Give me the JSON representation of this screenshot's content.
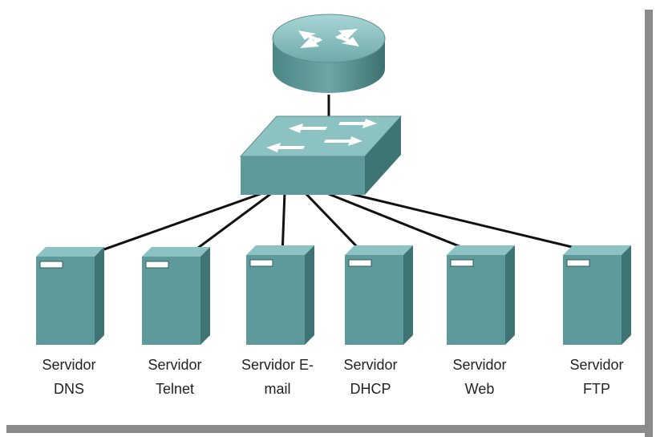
{
  "colors": {
    "device_front": "#5f9a9a",
    "device_top": "#8cc2c2",
    "device_side": "#3f7474",
    "cable": "#111111",
    "arrow": "#ffffff"
  },
  "router": {
    "icon": "router-icon"
  },
  "switch": {
    "icon": "switch-icon"
  },
  "servers": [
    {
      "icon": "server-icon",
      "line1": "Servidor",
      "line2": "DNS"
    },
    {
      "icon": "server-icon",
      "line1": "Servidor",
      "line2": "Telnet"
    },
    {
      "icon": "server-icon",
      "line1": "Servidor E-",
      "line2": "mail"
    },
    {
      "icon": "server-icon",
      "line1": "Servidor",
      "line2": "DHCP"
    },
    {
      "icon": "server-icon",
      "line1": "Servidor",
      "line2": "Web"
    },
    {
      "icon": "server-icon",
      "line1": "Servidor",
      "line2": "FTP"
    }
  ]
}
